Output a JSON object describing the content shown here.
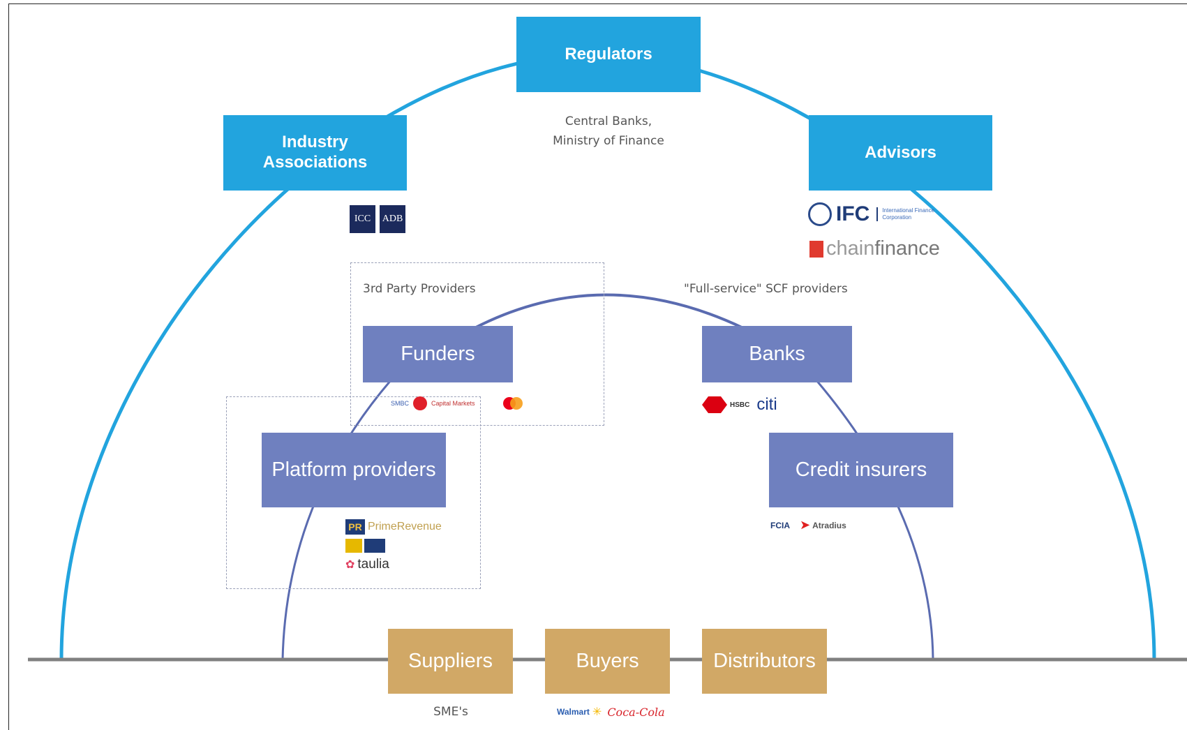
{
  "top": {
    "regulators": "Regulators",
    "regulators_note_line1": "Central Banks,",
    "regulators_note_line2": "Ministry of Finance",
    "industry_line1": "Industry",
    "industry_line2": "Associations",
    "advisors": "Advisors"
  },
  "logos": {
    "industry": [
      "ICC",
      "ADB"
    ],
    "advisors_ifc": "IFC",
    "advisors_ifc_sub": "International Finance Corporation",
    "advisors_chain_a": "chain",
    "advisors_chain_b": "finance",
    "funders": [
      "SMBC",
      "Capital Markets"
    ],
    "banks": [
      "HSBC",
      "citi"
    ],
    "platform_pr": "PrimeRevenue",
    "platform_taulia": "taulia",
    "insurers": [
      "FCIA",
      "Atradius"
    ],
    "buyers": [
      "Walmart",
      "Coca-Cola"
    ]
  },
  "middle": {
    "third_party": "3rd Party Providers",
    "full_service": "\"Full-service\" SCF providers",
    "funders": "Funders",
    "banks": "Banks",
    "platform": "Platform providers",
    "insurers": "Credit insurers"
  },
  "bottom": {
    "suppliers": "Suppliers",
    "buyers": "Buyers",
    "distributors": "Distributors",
    "sme": "SME's"
  },
  "colors": {
    "cyan": "#22a4de",
    "purple": "#6f80bf",
    "gold": "#d1a866",
    "baseline": "#808080"
  }
}
